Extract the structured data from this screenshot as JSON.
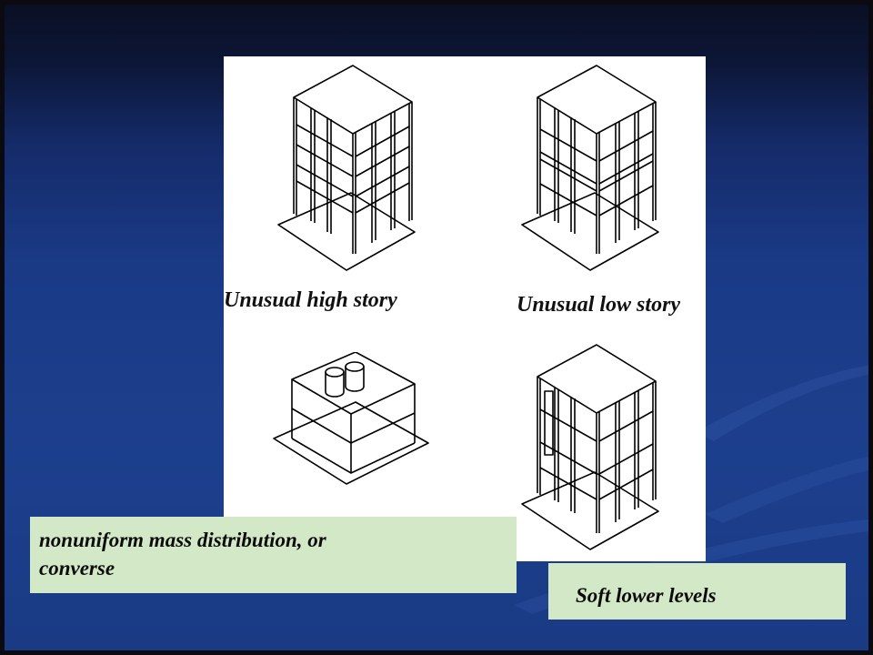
{
  "slide": {
    "accent_colors": {
      "background_dark": "#0a0f24",
      "background_blue": "#1c3f8d",
      "panel": "#ffffff",
      "callout": "#d3e8c6"
    }
  },
  "figures": [
    {
      "icon": "tall-building-high-story-icon",
      "caption": "Unusual high story"
    },
    {
      "icon": "tall-building-low-story-icon",
      "caption": "Unusual low story"
    },
    {
      "icon": "mass-distribution-building-icon",
      "caption": ""
    },
    {
      "icon": "soft-story-building-icon",
      "caption": ""
    }
  ],
  "callouts": {
    "left_line1": "nonuniform mass distribution, or",
    "left_line2": "converse",
    "right": "Soft lower levels"
  }
}
